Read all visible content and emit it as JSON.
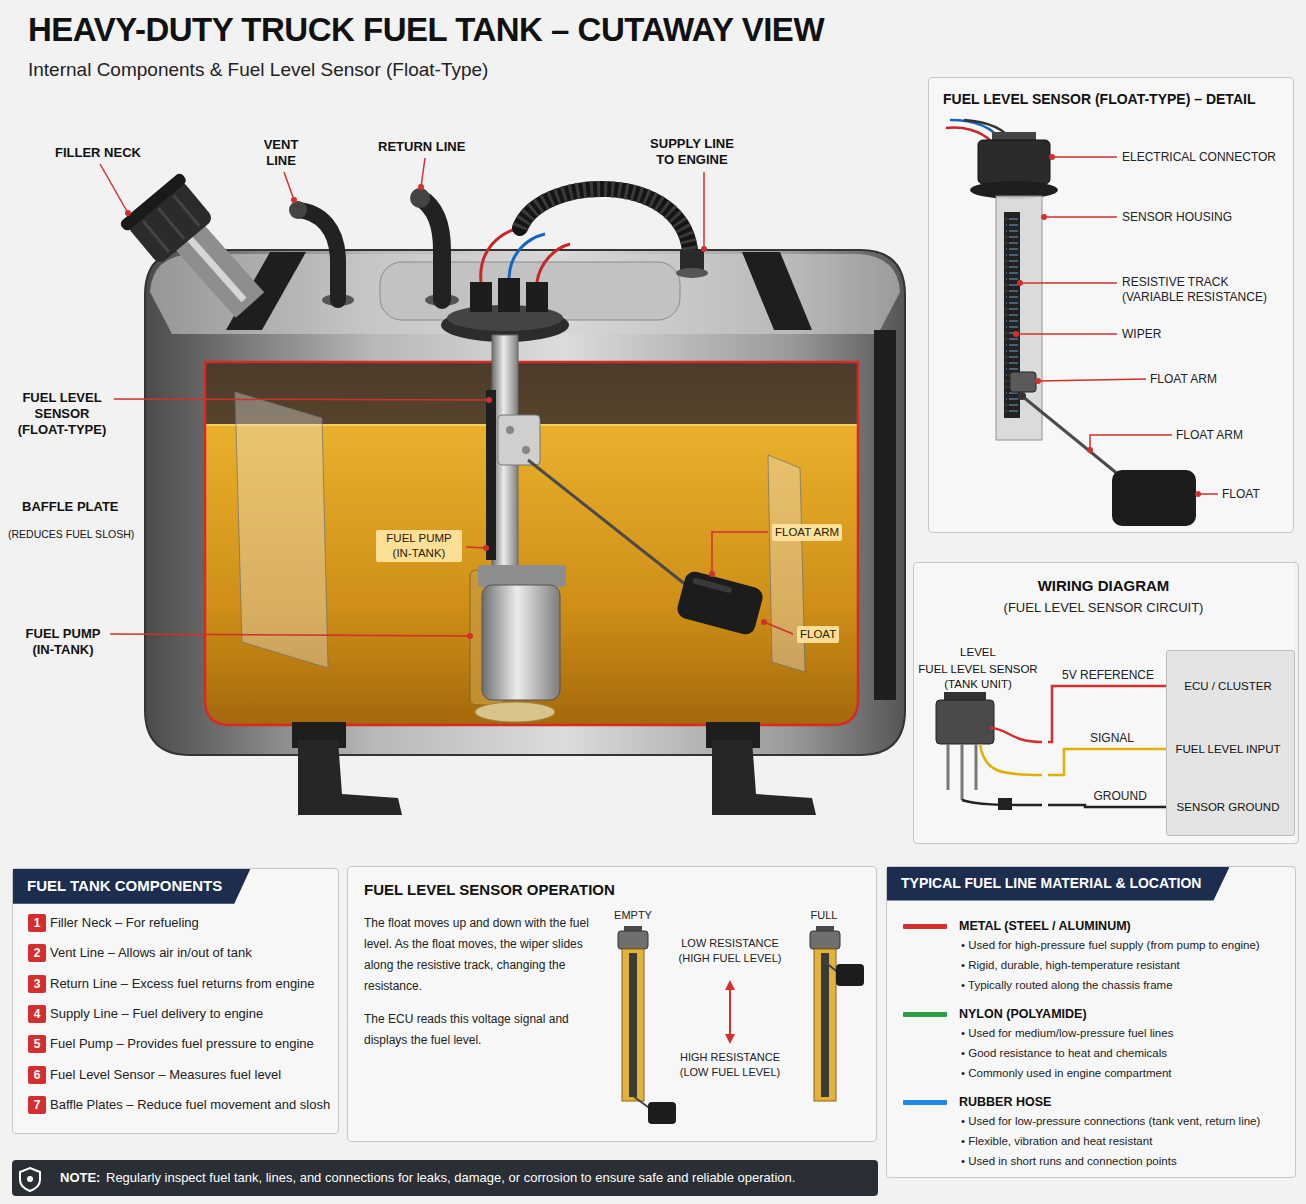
{
  "diagram": {
    "title": "HEAVY-DUTY TRUCK FUEL TANK – CUTAWAY VIEW",
    "caption": "Internal Components & Fuel Level Sensor (Float-Type)",
    "nodes": [
      {
        "text": [
          "FUEL LEVEL SENSOR (FLOAT-TYPE) – DETAIL"
        ]
      },
      {
        "text": [
          "WIRING DIAGRAM",
          "(FUEL LEVEL SENSOR CIRCUIT)"
        ]
      },
      {
        "text": [
          "LEVEL",
          "FUEL LEVEL SENSOR (TANK UNIT)"
        ],
        "in": 1
      },
      {
        "text": [
          "ECU / CLUSTER",
          "FUEL LEVEL INPUT",
          "SENSOR GROUND"
        ],
        "in": 1
      },
      {
        "text": [
          "FUEL TANK COMPONENTS"
        ]
      },
      {
        "text": [
          "1"
        ],
        "in": 4
      },
      {
        "text": [
          "2"
        ],
        "in": 4
      },
      {
        "text": [
          "3"
        ],
        "in": 4
      },
      {
        "text": [
          "4"
        ],
        "in": 4
      },
      {
        "text": [
          "5"
        ],
        "in": 4
      },
      {
        "text": [
          "6"
        ],
        "in": 4
      },
      {
        "text": [
          "7"
        ],
        "in": 4
      },
      {
        "text": [
          "FUEL LEVEL SENSOR OPERATION",
          "The float moves up and down with the fuel level. As the float moves, the wiper slides along the resistive track, changing the resistance.",
          "The ECU reads this voltage signal and displays the fuel level."
        ]
      },
      {
        "text": [
          "TYPICAL FUEL LINE MATERIAL & LOCATION"
        ]
      },
      {
        "text": [
          "NOTE:",
          "Regularly inspect fuel tank, lines, and connections for leaks, damage, or corrosion to ensure safe and reliable operation."
        ]
      }
    ],
    "edges": [
      {
        "from": 2,
        "to": 3,
        "label": "5V REFERENCE",
        "arrow": "none"
      },
      {
        "from": 2,
        "to": 3,
        "label": "SIGNAL",
        "arrow": "none"
      },
      {
        "from": 2,
        "to": 3,
        "label": "GROUND",
        "arrow": "none"
      }
    ],
    "labels": [
      "FILLER NECK",
      "VENT LINE",
      "RETURN LINE",
      "SUPPLY LINE TO ENGINE",
      "FUEL LEVEL SENSOR (FLOAT-TYPE)",
      "BAFFLE PLATE",
      "(REDUCES FUEL SLOSH)",
      "FUEL PUMP (IN-TANK)",
      "FUEL PUMP (IN-TANK)",
      "FLOAT ARM",
      "FLOAT",
      "ELECTRICAL CONNECTOR",
      "SENSOR HOUSING",
      "RESISTIVE TRACK (VARIABLE RESISTANCE)",
      "WIPER",
      "FLOAT ARM",
      "FLOAT ARM",
      "FLOAT",
      "Filler Neck – For refueling",
      "Vent Line – Allows air in/out of tank",
      "Return Line – Excess fuel returns from engine",
      "Supply Line – Fuel delivery to engine",
      "Fuel Pump – Provides fuel pressure to engine",
      "Fuel Level Sensor – Measures fuel level",
      "Baffle Plates – Reduce fuel movement and slosh",
      "EMPTY",
      "FULL",
      "LOW RESISTANCE (HIGH FUEL LEVEL)",
      "HIGH RESISTANCE (LOW FUEL LEVEL)",
      "• Used for high-pressure fuel supply (from pump to engine)",
      "• Rigid, durable, high-temperature resistant",
      "• Typically routed along the chassis frame",
      "• Used for medium/low-pressure fuel lines",
      "• Good resistance to heat and chemicals",
      "• Commonly used in engine compartment",
      "• Used for low-pressure connections (tank vent, return line)",
      "• Flexible, vibration and heat resistant",
      "• Used in short runs and connection points"
    ],
    "legend": [
      {
        "text": "METAL (STEEL / ALUMINUM)",
        "color": "#d32f2f"
      },
      {
        "text": "NYLON (POLYAMIDE)",
        "color": "#2e9e44"
      },
      {
        "text": "RUBBER HOSE",
        "color": "#1e88e5"
      }
    ]
  }
}
